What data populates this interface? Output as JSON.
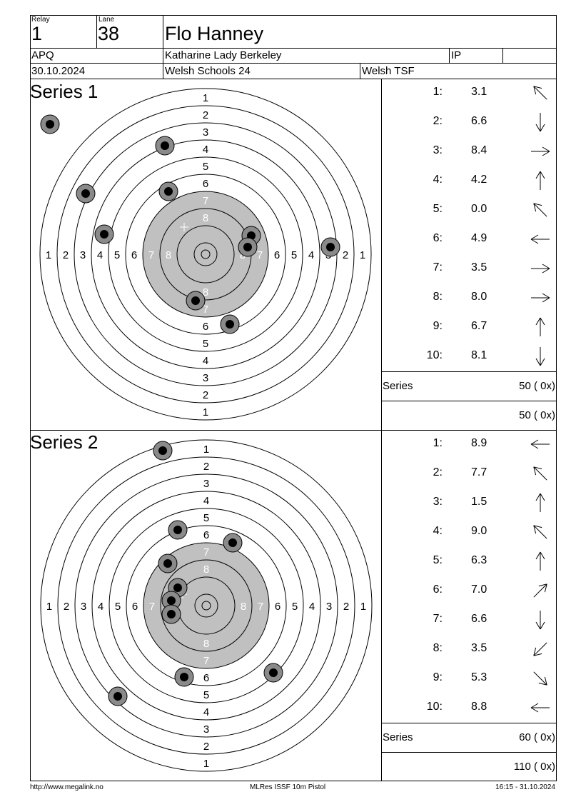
{
  "header": {
    "relay_label": "Relay",
    "relay_value": "1",
    "lane_label": "Lane",
    "lane_value": "38",
    "shooter_name": "Flo Hanney",
    "class": "APQ",
    "club": "Katharine Lady Berkeley",
    "ip_label": "IP",
    "ip_value": "",
    "date": "30.10.2024",
    "competition": "Welsh Schools 24",
    "organiser": "Welsh TSF"
  },
  "series": [
    {
      "title": "Series 1",
      "shots": [
        {
          "n": "1:",
          "value": "3.1",
          "dir": "up-left"
        },
        {
          "n": "2:",
          "value": "6.6",
          "dir": "down"
        },
        {
          "n": "3:",
          "value": "8.4",
          "dir": "right"
        },
        {
          "n": "4:",
          "value": "4.2",
          "dir": "up"
        },
        {
          "n": "5:",
          "value": "0.0",
          "dir": "up-left"
        },
        {
          "n": "6:",
          "value": "4.9",
          "dir": "left"
        },
        {
          "n": "7:",
          "value": "3.5",
          "dir": "right"
        },
        {
          "n": "8:",
          "value": "8.0",
          "dir": "right"
        },
        {
          "n": "9:",
          "value": "6.7",
          "dir": "up"
        },
        {
          "n": "10:",
          "value": "8.1",
          "dir": "down"
        }
      ],
      "series_label": "Series",
      "series_total": "50 ( 0x)",
      "running_total": "50 ( 0x)"
    },
    {
      "title": "Series 2",
      "shots": [
        {
          "n": "1:",
          "value": "8.9",
          "dir": "left"
        },
        {
          "n": "2:",
          "value": "7.7",
          "dir": "up-left"
        },
        {
          "n": "3:",
          "value": "1.5",
          "dir": "up"
        },
        {
          "n": "4:",
          "value": "9.0",
          "dir": "up-left"
        },
        {
          "n": "5:",
          "value": "6.3",
          "dir": "up"
        },
        {
          "n": "6:",
          "value": "7.0",
          "dir": "up-right"
        },
        {
          "n": "7:",
          "value": "6.6",
          "dir": "down"
        },
        {
          "n": "8:",
          "value": "3.5",
          "dir": "down-left"
        },
        {
          "n": "9:",
          "value": "5.3",
          "dir": "down-right"
        },
        {
          "n": "10:",
          "value": "8.8",
          "dir": "left"
        }
      ],
      "series_label": "Series",
      "series_total": "60 ( 0x)",
      "running_total": "110 ( 0x)"
    }
  ],
  "ring_numbers": [
    "1",
    "2",
    "3",
    "4",
    "5",
    "6",
    "7",
    "8"
  ],
  "colors": {
    "black_zone": "#c0c0c0",
    "ink": "#000000",
    "hole_ring": "#666666"
  },
  "footer": {
    "url": "http://www.megalink.no",
    "program": "MLRes ISSF 10m Pistol",
    "timestamp": "16:15 - 31.10.2024"
  }
}
